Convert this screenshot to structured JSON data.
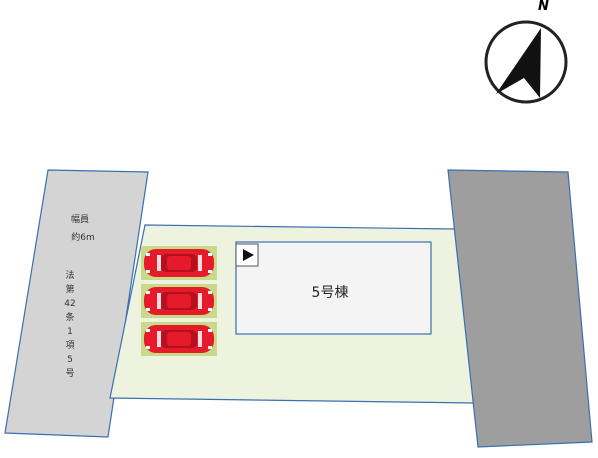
{
  "compass": {
    "north_label": "N"
  },
  "road": {
    "width_label_1": "幅員",
    "width_label_2": "約6m",
    "legal_label": [
      "法",
      "第",
      "42",
      "条",
      "1",
      "項",
      "5",
      "号"
    ]
  },
  "building": {
    "label": "5号棟"
  },
  "parking": {
    "car_count": 3
  },
  "colors": {
    "road": "#d4d4d4",
    "road_right": "#9e9e9e",
    "lot": "#eef3df",
    "building": "#f4f4f4",
    "car": "#e51a2a",
    "parking_pad": "#c9d98a"
  }
}
